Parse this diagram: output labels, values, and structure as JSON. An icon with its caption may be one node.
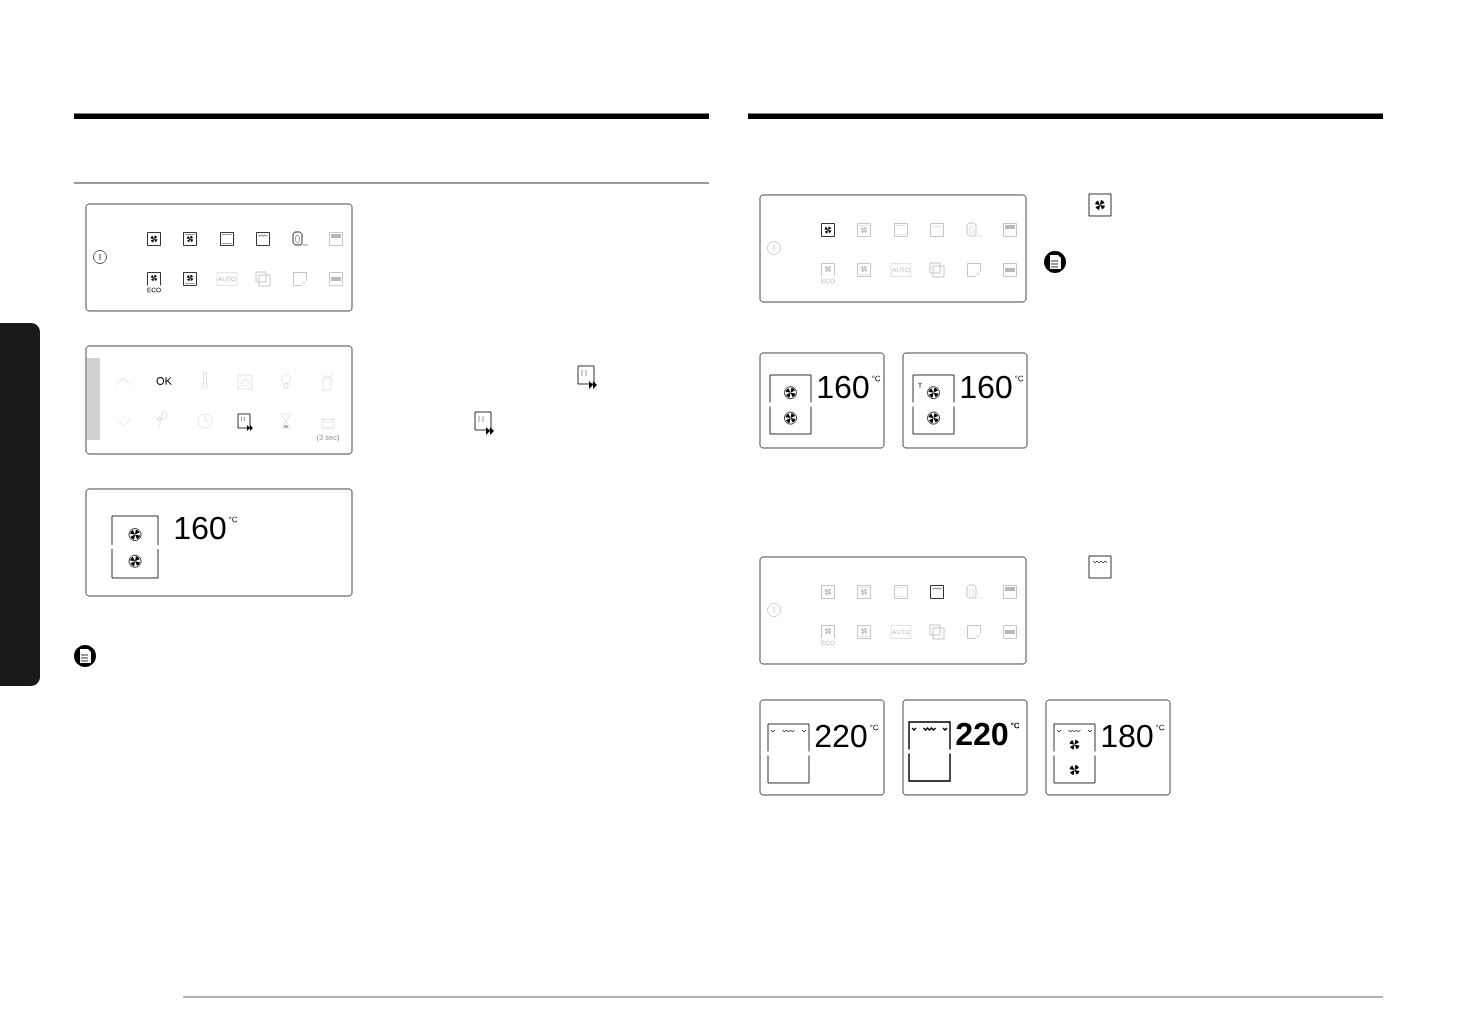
{
  "diagram": {
    "nodes": [
      {
        "text": [],
        "shape": "bar"
      }
    ],
    "labels": [
      "ECO",
      "AUTO",
      "OK",
      "(3 sec)",
      "160",
      "°C",
      "ECO",
      "AUTO",
      "160",
      "°C",
      "160",
      "°C",
      "ECO",
      "AUTO",
      "220",
      "°C",
      "220",
      "°C",
      "180",
      "°C"
    ]
  }
}
